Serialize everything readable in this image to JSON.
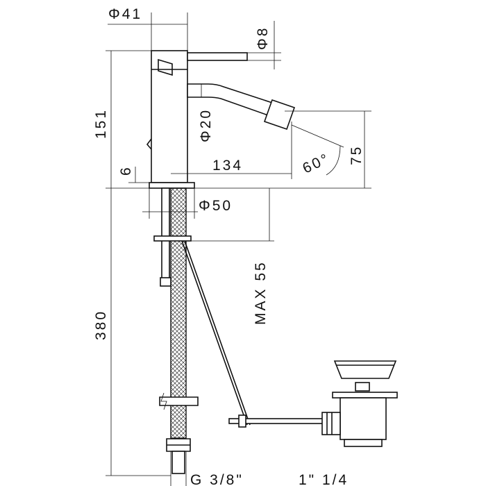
{
  "dimensions": {
    "body_diameter": "Φ41",
    "lever_diameter": "Φ8",
    "height": "151",
    "spout_diameter": "Φ20",
    "angle": "60°",
    "outlet_height": "75",
    "base_thickness": "6",
    "reach": "134",
    "base_diameter": "Φ50",
    "max_deck": "MAX 55",
    "hose_length": "380",
    "inlet_thread": "G 3/8\"",
    "waste_size": "1\" 1/4"
  }
}
